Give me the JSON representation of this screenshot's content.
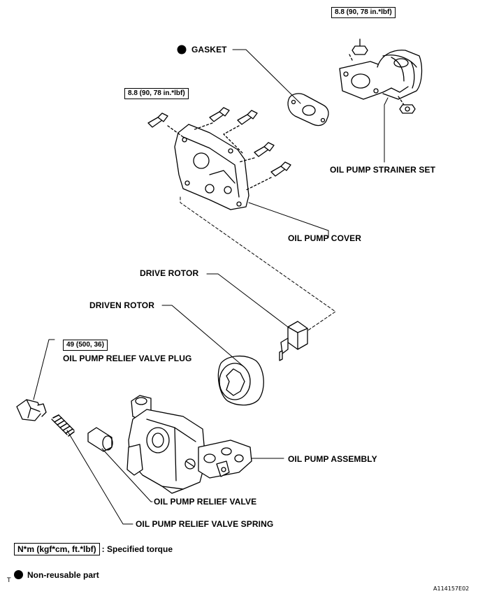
{
  "labels": {
    "gasket": "GASKET",
    "strainer": "OIL PUMP STRAINER SET",
    "cover": "OIL PUMP COVER",
    "drive_rotor": "DRIVE ROTOR",
    "driven_rotor": "DRIVEN ROTOR",
    "relief_plug": "OIL PUMP RELIEF VALVE PLUG",
    "assembly": "OIL PUMP ASSEMBLY",
    "relief_valve": "OIL PUMP RELIEF VALVE",
    "relief_spring": "OIL PUMP RELIEF VALVE SPRING"
  },
  "torques": {
    "strainer": "8.8 (90, 78 in.*lbf)",
    "cover": "8.8 (90, 78 in.*lbf)",
    "plug": "49 (500, 36)"
  },
  "legend": {
    "torque_unit": "N*m (kgf*cm, ft.*lbf)",
    "torque_desc": ": Specified torque",
    "nonreusable": "Non-reusable part"
  },
  "corner": {
    "left_mark": "T",
    "figure_code": "A114157E02"
  }
}
